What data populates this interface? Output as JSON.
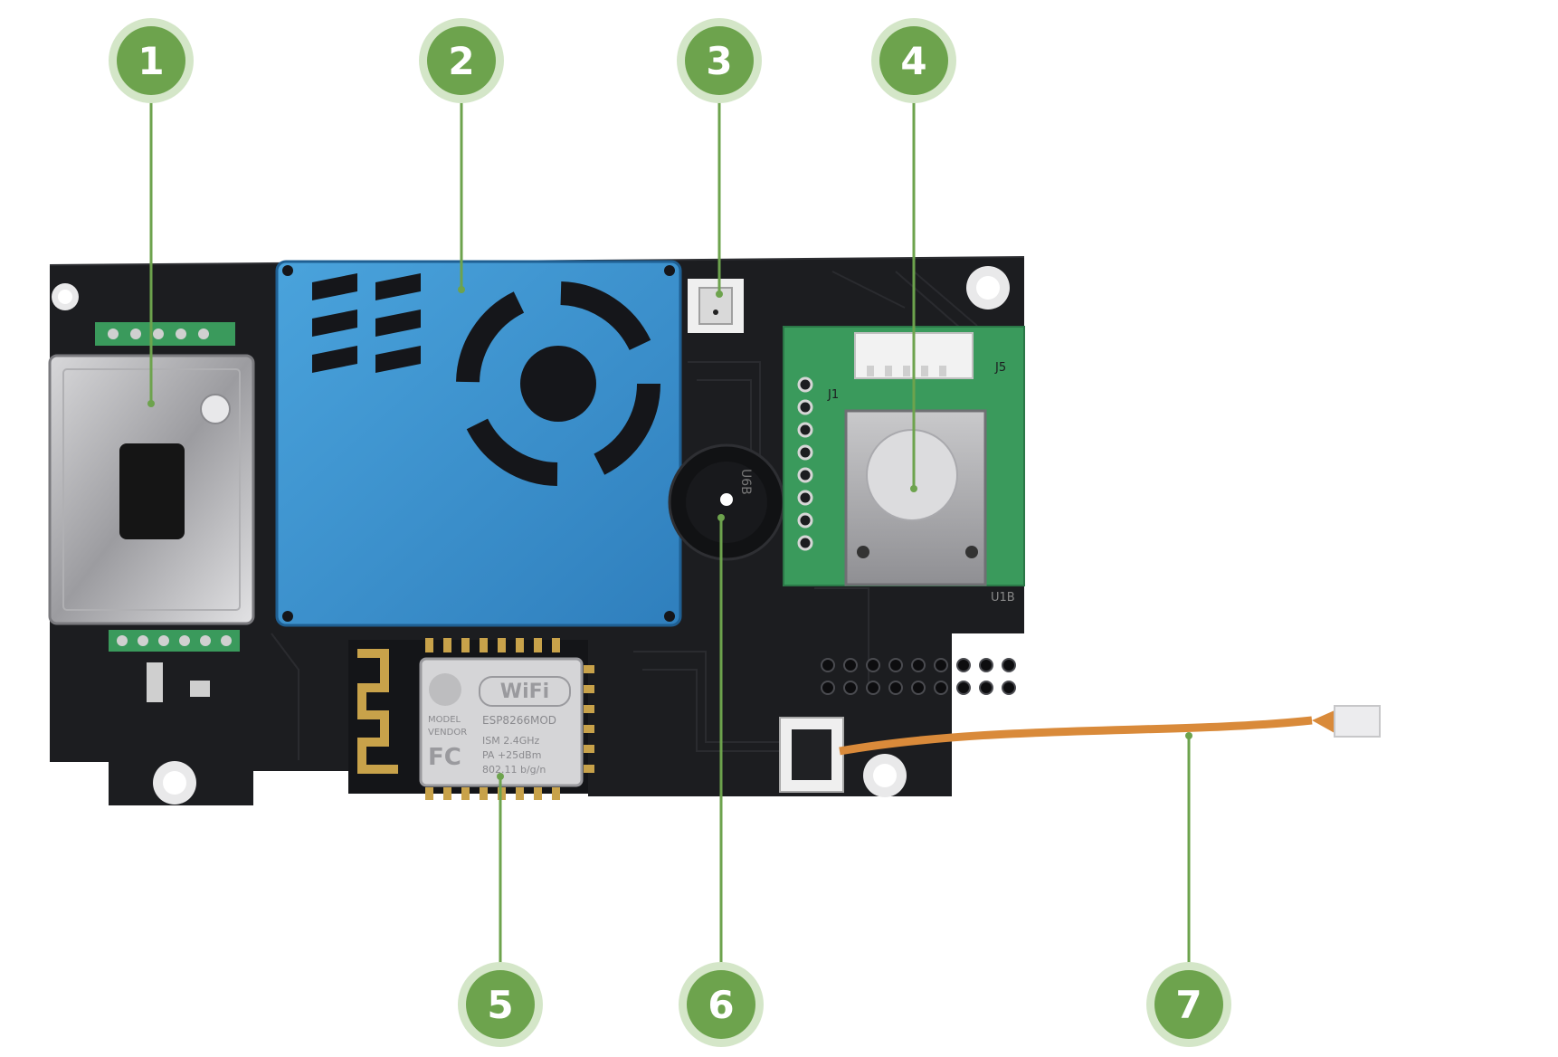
{
  "callouts": [
    {
      "number": "1"
    },
    {
      "number": "2"
    },
    {
      "number": "3"
    },
    {
      "number": "4"
    },
    {
      "number": "5"
    },
    {
      "number": "6"
    },
    {
      "number": "7"
    }
  ],
  "board_text": {
    "wifi": "WiFi",
    "module": "ESP8266MOD",
    "model": "MODEL",
    "vendor": "VENDOR",
    "fc": "FC",
    "ism": "ISM  2.4GHz",
    "pa": "PA  +25dBm",
    "std": "802.11 b/g/n",
    "u6b": "U6B",
    "u1b": "U1B",
    "j1": "J1",
    "j5": "J5"
  },
  "colors": {
    "callout_fill": "#6da34d",
    "callout_ring": "#d4e6c8",
    "callout_text": "#ffffff",
    "leader_line": "#6da34d",
    "pcb": "#1c1d20",
    "sensor_blue": "#3d94cf",
    "sensor_board_green": "#3a9a5c",
    "metal": "#b9b9bb",
    "flex_cable": "#d98a3a"
  }
}
